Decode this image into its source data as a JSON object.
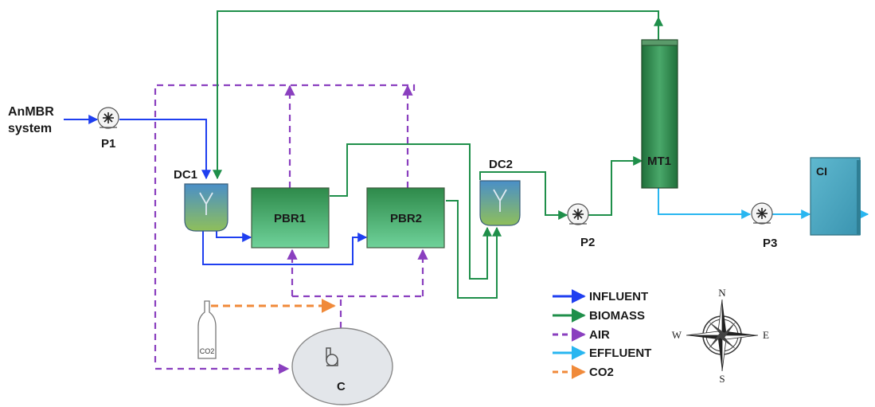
{
  "source": {
    "line1": "AnMBR",
    "line2": "system"
  },
  "pumps": [
    "P1",
    "P2",
    "P3"
  ],
  "units": {
    "dc1": "DC1",
    "dc2": "DC2",
    "pbr1": "PBR1",
    "pbr2": "PBR2",
    "mt1": "MT1",
    "ci": "CI",
    "compressor": "C",
    "co2_bottle": "CO2"
  },
  "legend": [
    {
      "label": "INFLUENT",
      "color": "#1f3ff0",
      "style": "solid"
    },
    {
      "label": "BIOMASS",
      "color": "#1f8f4a",
      "style": "solid"
    },
    {
      "label": "AIR",
      "color": "#8a3fbf",
      "style": "dashed"
    },
    {
      "label": "EFFLUENT",
      "color": "#29b6f0",
      "style": "solid"
    },
    {
      "label": "CO2",
      "color": "#f08a3a",
      "style": "dashed"
    }
  ],
  "compass": {
    "n": "N",
    "s": "S",
    "e": "E",
    "w": "W"
  }
}
